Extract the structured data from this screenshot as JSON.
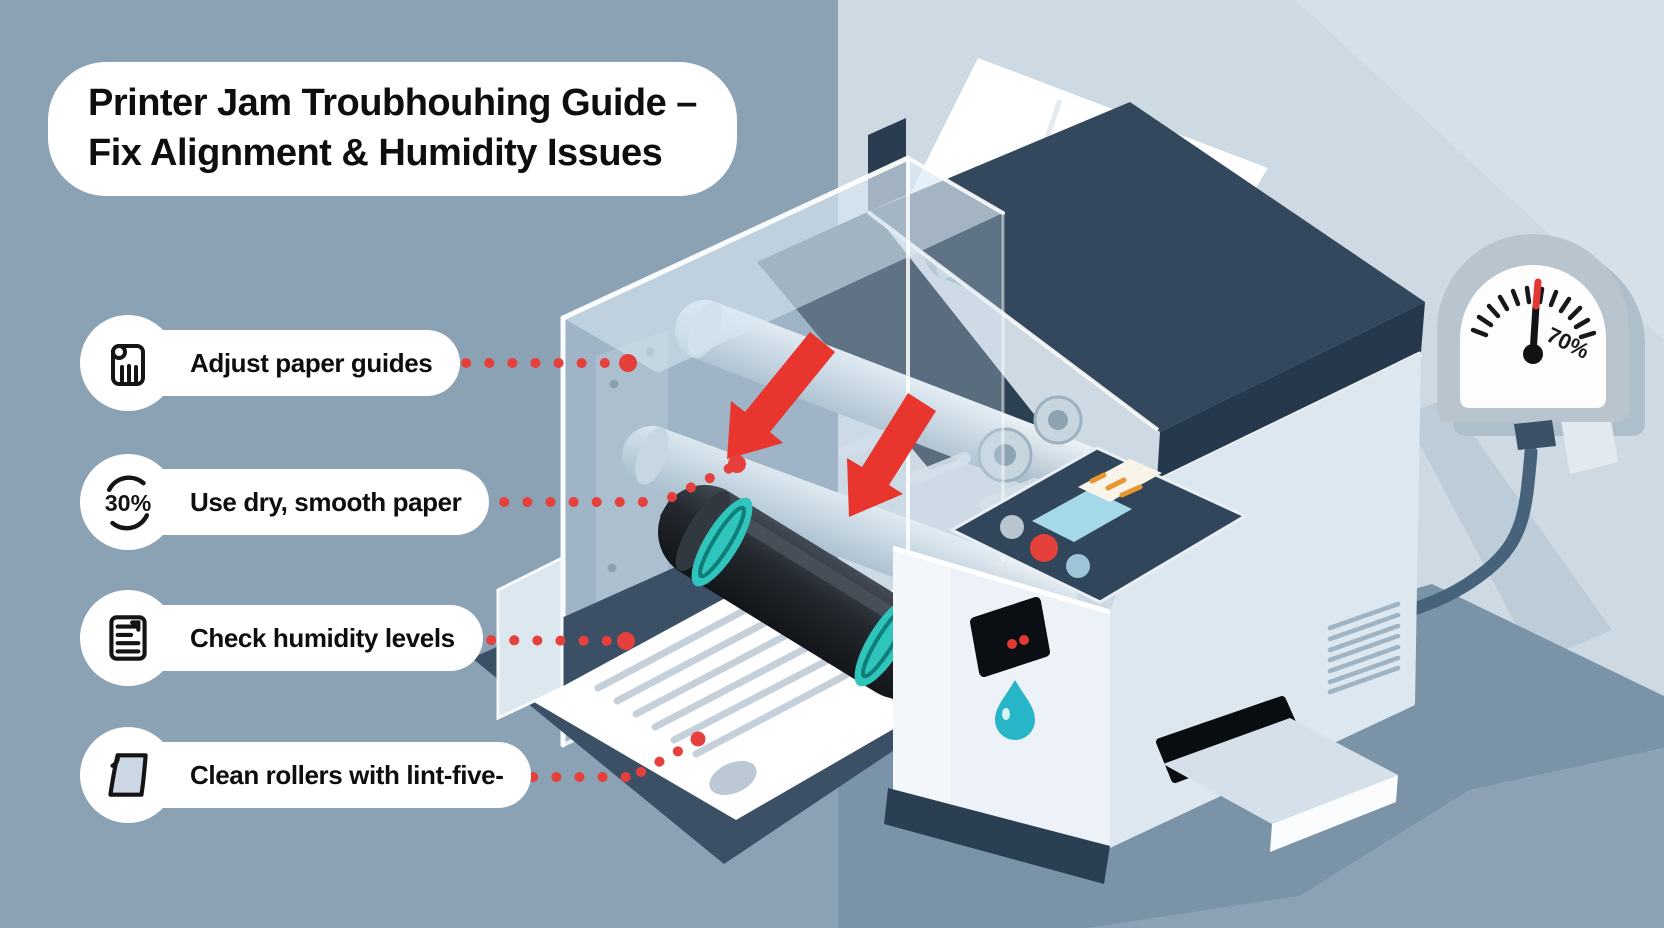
{
  "title": {
    "line1": "Printer Jam Troubhouhing Guide –",
    "line2": "Fix Alignment & Humidity Issues"
  },
  "steps": [
    {
      "icon": "paper-guide-icon",
      "label": "Adjust paper guides"
    },
    {
      "icon": "humidity-percent-icon",
      "icon_text": "30%",
      "label": "Use dry, smooth paper"
    },
    {
      "icon": "document-lines-icon",
      "label": "Check humidity levels"
    },
    {
      "icon": "paper-sheet-icon",
      "label": "Clean rollers with lint-five-"
    }
  ],
  "gauge": {
    "value_label": "70%"
  },
  "colors": {
    "background_left": "#8ba1b4",
    "background_right": "#cdd9e3",
    "accent_red": "#e5403c",
    "teal": "#2fc4bc",
    "printer_navy": "#33485d",
    "drop_teal": "#27b6c8"
  }
}
